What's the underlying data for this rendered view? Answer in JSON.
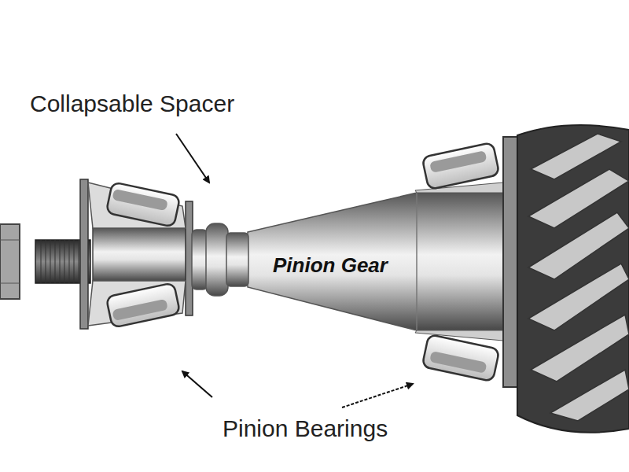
{
  "diagram": {
    "labels": [
      "Collapsable Spacer",
      "Pinion Gear",
      "Pinion Bearings"
    ]
  }
}
